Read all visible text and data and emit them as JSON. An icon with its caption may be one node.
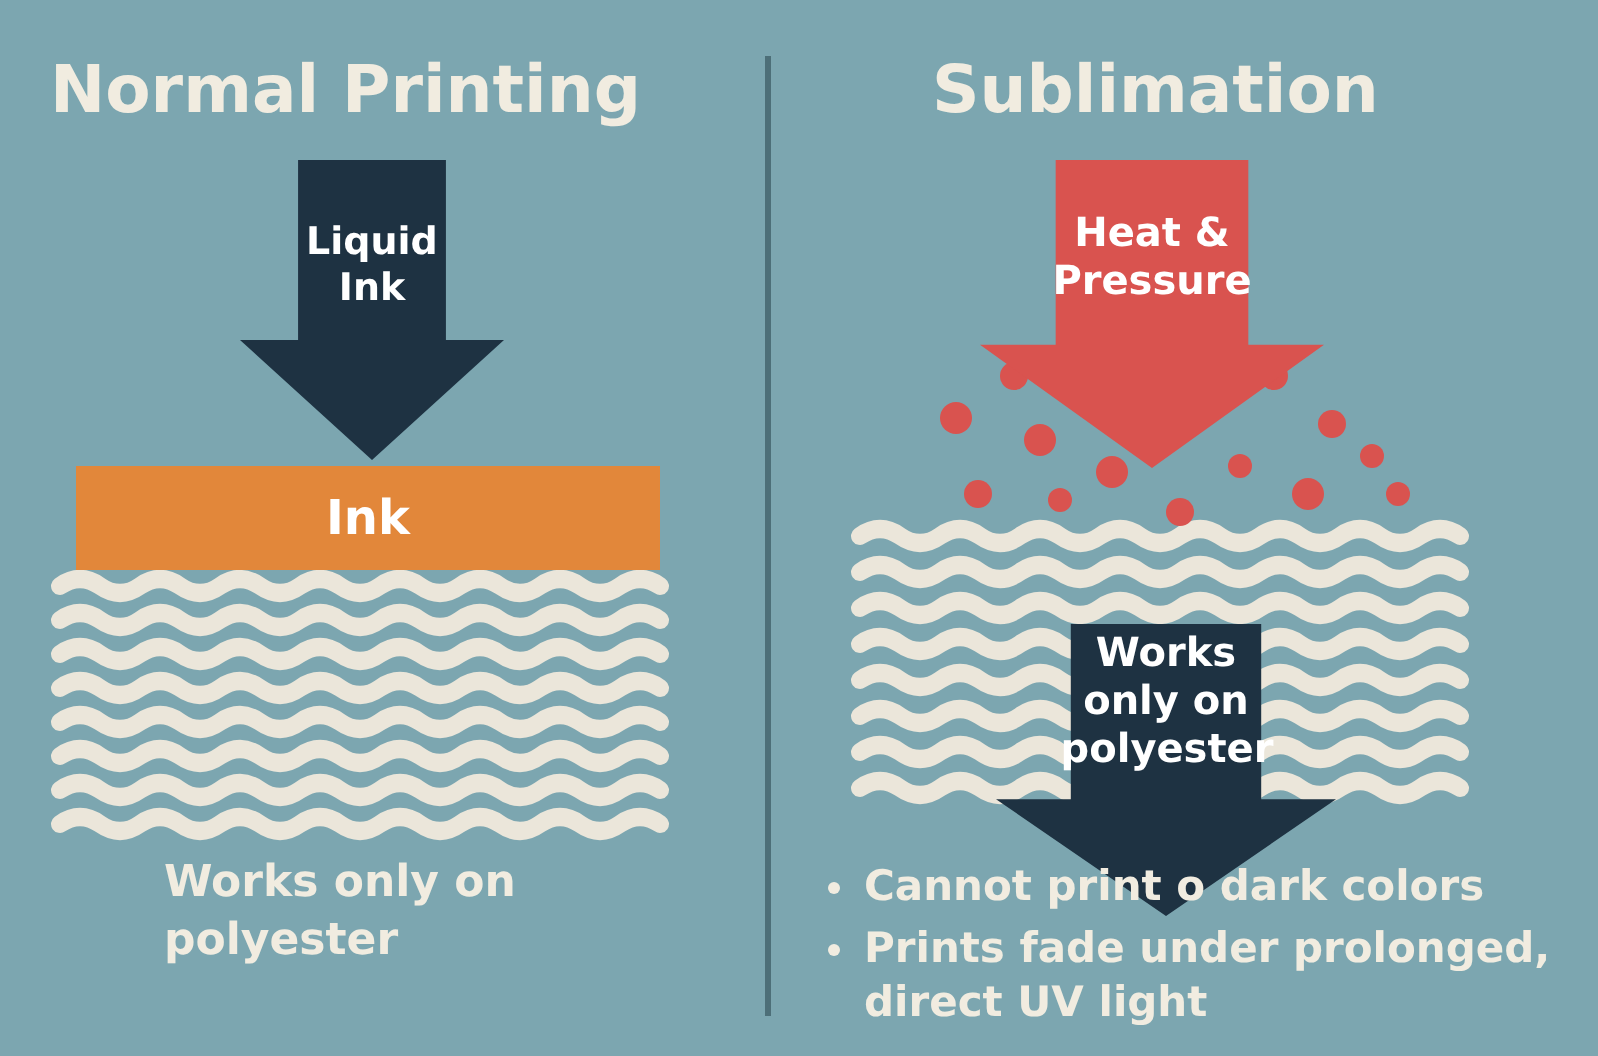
{
  "diagram": {
    "nodes": [
      {
        "text": [
          "Liquid Ink"
        ]
      },
      {
        "text": [
          "Ink"
        ]
      },
      {
        "text": [
          "Heat & Pressure"
        ]
      },
      {
        "text": [
          "Works only on polyester"
        ]
      }
    ],
    "edges": [],
    "labels": [
      "Normal Printing",
      "Sublimation",
      "Works only on polyester",
      "Cannot print o dark colors",
      "Prints fade under prolonged, direct UV light"
    ]
  }
}
